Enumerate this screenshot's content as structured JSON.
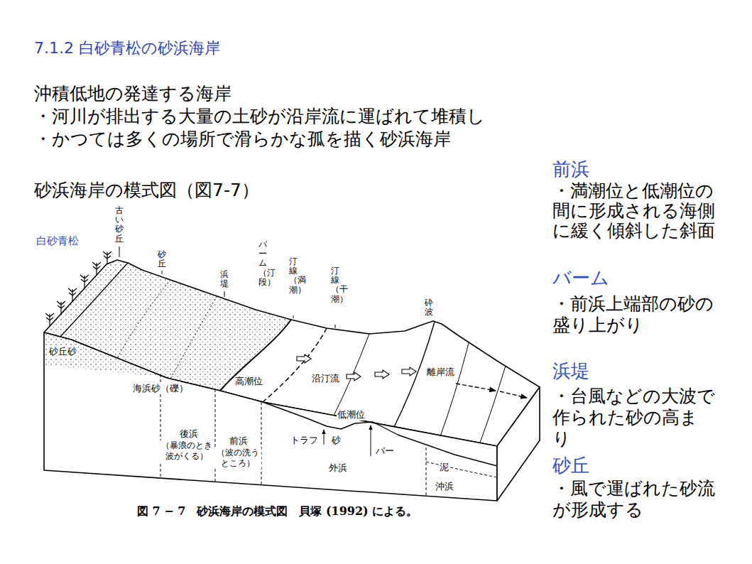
{
  "diagram": {
    "title": "7.1.2 白砂青松の砂浜海岸",
    "caption": "図 7 − 7　砂浜海岸の模式図　貝塚 (1992) による。",
    "labels": [
      "沖積低地の発達する海岸",
      "・河川が排出する大量の土砂が沿岸流に運ばれて堆積し",
      "・かつては多くの場所で滑らかな孤を描く砂浜海岸",
      "砂浜海岸の模式図（図7-7）",
      "前浜",
      "・満潮位と低潮位の間に形成される海側に緩く傾斜した斜面",
      "バーム",
      "・前浜上端部の砂の盛り上がり",
      "浜堤",
      "・台風などの大波で作られた砂の高まり",
      "砂丘",
      "・風で運ばれた砂流が形成する",
      "白砂青松",
      "古い砂丘",
      "砂丘",
      "浜堤",
      "バーム（汀段）",
      "汀線（満潮）",
      "汀線（干潮）",
      "砕波",
      "砂丘砂",
      "海浜砂（礫）",
      "高潮位",
      "沿汀流",
      "離岸流",
      "低潮位",
      "後浜",
      "（暴浪のとき 波がくる）",
      "前浜",
      "（波の洗う ところ）",
      "トラフ",
      "砂",
      "バー",
      "外浜",
      "泥",
      "沖浜"
    ]
  }
}
